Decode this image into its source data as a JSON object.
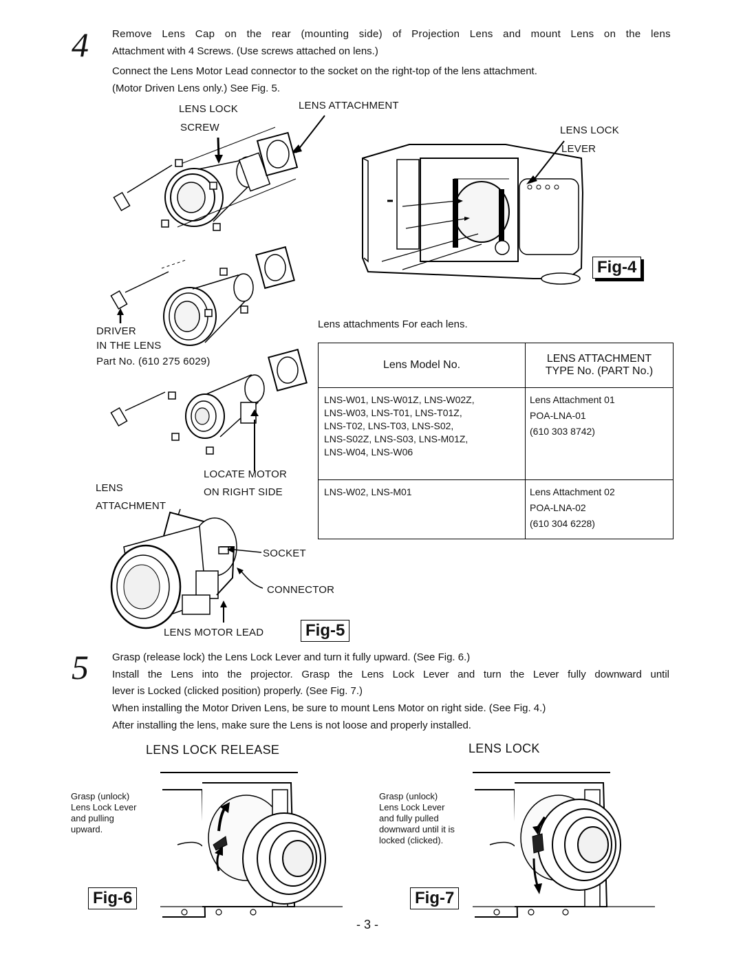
{
  "step4": {
    "number": "4",
    "line1": "Remove Lens Cap on the rear (mounting side) of Projection Lens and mount Lens on the lens",
    "line2": "Attachment with 4 Screws. (Use screws attached on lens.)",
    "line3": "Connect the Lens Motor Lead connector to the socket on the right-top of the lens attachment.",
    "line4": "(Motor Driven Lens only.) See Fig. 5."
  },
  "fig5_labels": {
    "lens_lock": "LENS LOCK",
    "screw": "SCREW",
    "lens_attachment": "LENS ATTACHMENT",
    "driver": "DRIVER",
    "in_the_lens": "IN THE LENS",
    "part_no": "Part No. (610 275 6029)",
    "locate_motor": "LOCATE MOTOR",
    "on_right_side": "ON RIGHT SIDE",
    "lens": "LENS",
    "attachment": "ATTACHMENT",
    "socket": "SOCKET",
    "connector": "CONNECTOR",
    "lens_motor_lead": "LENS MOTOR LEAD"
  },
  "fig4_labels": {
    "lens_lock": "LENS LOCK",
    "lever": "LEVER"
  },
  "figures": {
    "fig4": "Fig-4",
    "fig5": "Fig-5",
    "fig6": "Fig-6",
    "fig7": "Fig-7"
  },
  "table": {
    "caption": "Lens attachments For each lens.",
    "header_model": "Lens Model No.",
    "header_attach1": "LENS ATTACHMENT",
    "header_attach2": "TYPE No. (PART No.)",
    "rows": [
      {
        "models": [
          "LNS-W01, LNS-W01Z, LNS-W02Z,",
          "LNS-W03, LNS-T01, LNS-T01Z,",
          "LNS-T02, LNS-T03, LNS-S02,",
          "LNS-S02Z, LNS-S03, LNS-M01Z,",
          "LNS-W04, LNS-W06"
        ],
        "attachment": [
          "Lens Attachment 01",
          "POA-LNA-01",
          "(610 303 8742)"
        ]
      },
      {
        "models": [
          "LNS-W02, LNS-M01"
        ],
        "attachment": [
          "Lens Attachment 02",
          "POA-LNA-02",
          "(610 304 6228)"
        ]
      }
    ]
  },
  "step5": {
    "number": "5",
    "line1": "Grasp (release lock) the Lens Lock Lever and turn it fully upward. (See Fig. 6.)",
    "line2": "Install the Lens into the projector. Grasp the Lens Lock Lever and turn the Lever fully downward until",
    "line3": "lever is Locked (clicked position) properly. (See Fig. 7.)",
    "line4": "When installing the Motor Driven Lens, be sure to mount Lens Motor on right side. (See Fig. 4.)",
    "line5": "After installing the lens, make sure the Lens is not loose and properly installed."
  },
  "fig6": {
    "title": "LENS LOCK RELEASE",
    "note": [
      "Grasp (unlock)",
      "Lens Lock Lever",
      "and pulling",
      "upward."
    ]
  },
  "fig7": {
    "title": "LENS LOCK",
    "note": [
      "Grasp (unlock)",
      "Lens Lock Lever",
      "and fully pulled",
      "downward until it is",
      "locked (clicked)."
    ]
  },
  "page_number": "- 3 -"
}
